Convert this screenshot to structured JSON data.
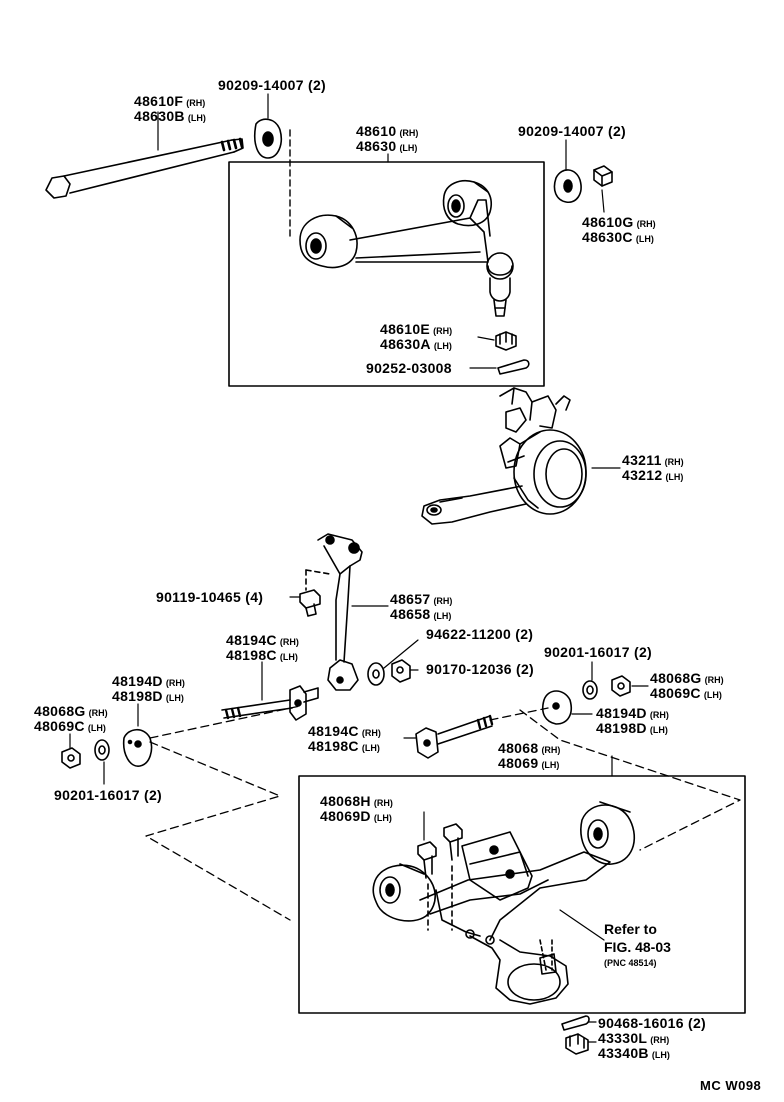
{
  "labels": {
    "p48610F": {
      "part": "48610F",
      "side": "(RH)"
    },
    "p48630B": {
      "part": "48630B",
      "side": "(LH)"
    },
    "p90209_top": "90209-14007 (2)",
    "p48610": {
      "part": "48610",
      "side": "(RH)"
    },
    "p48630": {
      "part": "48630",
      "side": "(LH)"
    },
    "p90209_right": "90209-14007 (2)",
    "p48610G": {
      "part": "48610G",
      "side": "(RH)"
    },
    "p48630C": {
      "part": "48630C",
      "side": "(LH)"
    },
    "p48610E": {
      "part": "48610E",
      "side": "(RH)"
    },
    "p48630A": {
      "part": "48630A",
      "side": "(LH)"
    },
    "p90252": "90252-03008",
    "p43211": {
      "part": "43211",
      "side": "(RH)"
    },
    "p43212": {
      "part": "43212",
      "side": "(LH)"
    },
    "p90119": "90119-10465 (4)",
    "p48657": {
      "part": "48657",
      "side": "(RH)"
    },
    "p48658": {
      "part": "48658",
      "side": "(LH)"
    },
    "p48194C_a": {
      "part": "48194C",
      "side": "(RH)"
    },
    "p48198C_a": {
      "part": "48198C",
      "side": "(LH)"
    },
    "p94622": "94622-11200 (2)",
    "p90201_right": "90201-16017 (2)",
    "p90170": "90170-12036 (2)",
    "p48068G_r": {
      "part": "48068G",
      "side": "(RH)"
    },
    "p48069C_r": {
      "part": "48069C",
      "side": "(LH)"
    },
    "p48194D_l": {
      "part": "48194D",
      "side": "(RH)"
    },
    "p48198D_l": {
      "part": "48198D",
      "side": "(LH)"
    },
    "p48068G_l": {
      "part": "48068G",
      "side": "(RH)"
    },
    "p48069C_l": {
      "part": "48069C",
      "side": "(LH)"
    },
    "p48194D_r": {
      "part": "48194D",
      "side": "(RH)"
    },
    "p48198D_r": {
      "part": "48198D",
      "side": "(LH)"
    },
    "p48194C_b": {
      "part": "48194C",
      "side": "(RH)"
    },
    "p48198C_b": {
      "part": "48198C",
      "side": "(LH)"
    },
    "p48068": {
      "part": "48068",
      "side": "(RH)"
    },
    "p48069": {
      "part": "48069",
      "side": "(LH)"
    },
    "p90201_left": "90201-16017 (2)",
    "p48068H": {
      "part": "48068H",
      "side": "(RH)"
    },
    "p48069D": {
      "part": "48069D",
      "side": "(LH)"
    },
    "ref_line1": "Refer to",
    "ref_line2": "FIG. 48-03",
    "ref_line3": "(PNC 48514)",
    "p90468": "90468-16016 (2)",
    "p43330L": {
      "part": "43330L",
      "side": "(RH)"
    },
    "p43340B": {
      "part": "43340B",
      "side": "(LH)"
    },
    "figure_code": "MC W098"
  }
}
